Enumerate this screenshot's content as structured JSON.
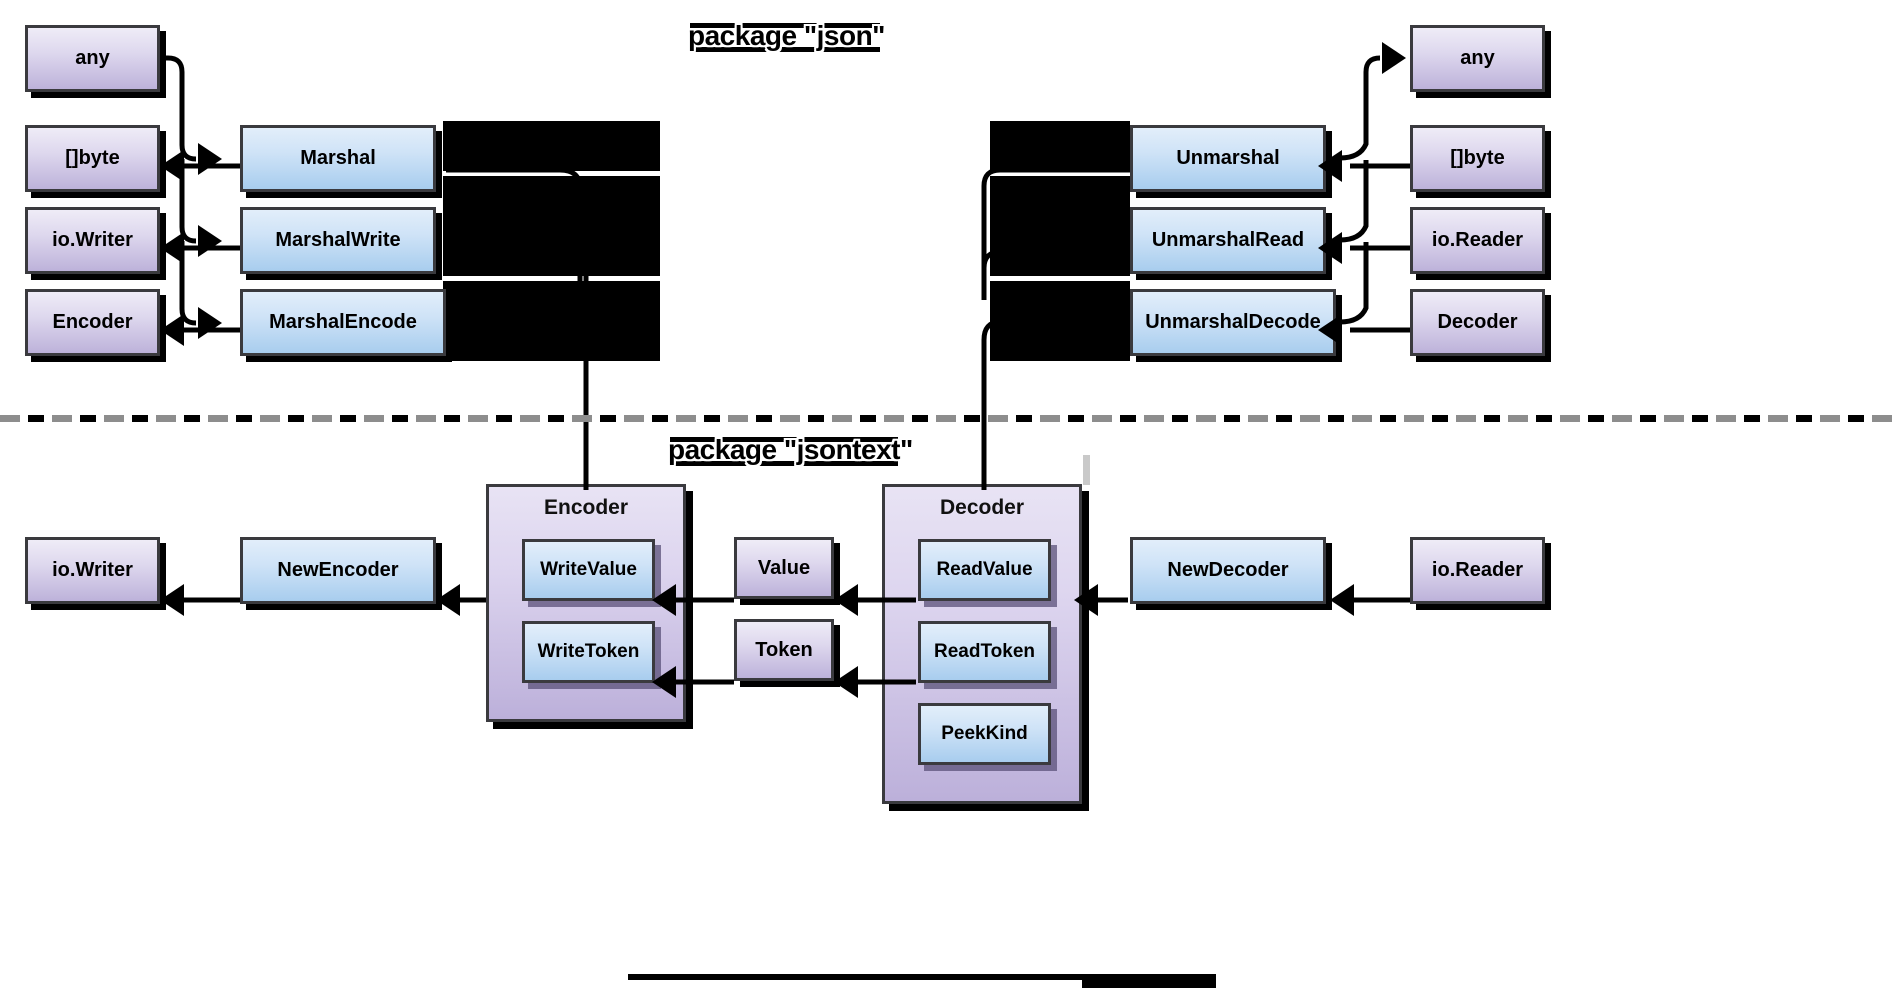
{
  "diagram": {
    "title_json": "package \"json\"",
    "title_jsontext": "package \"jsontext\"",
    "colors": {
      "type_box_fill_light": "#efecf7",
      "type_box_fill_dark": "#bdb2da",
      "func_box_fill_light": "#e2eefa",
      "func_box_fill_dark": "#a8cdee",
      "group_fill_light": "#e8e3f4",
      "group_fill_dark": "#bcb0da",
      "border": "#3a3a3e",
      "line": "#000000",
      "divider_gray": "#8d8d8d"
    }
  },
  "json_package": {
    "label": "package \"json\"",
    "left_types": [
      {
        "name": "any"
      },
      {
        "name": "[]byte"
      },
      {
        "name": "io.Writer"
      },
      {
        "name": "Encoder"
      }
    ],
    "marshal_functions": [
      {
        "name": "Marshal"
      },
      {
        "name": "MarshalWrite"
      },
      {
        "name": "MarshalEncode"
      }
    ],
    "unmarshal_functions": [
      {
        "name": "Unmarshal"
      },
      {
        "name": "UnmarshalRead"
      },
      {
        "name": "UnmarshalDecode"
      }
    ],
    "right_types": [
      {
        "name": "any"
      },
      {
        "name": "[]byte"
      },
      {
        "name": "io.Reader"
      },
      {
        "name": "Decoder"
      }
    ]
  },
  "jsontext_package": {
    "label": "package \"jsontext\"",
    "encoder_group": {
      "title": "Encoder",
      "methods": [
        {
          "name": "WriteValue"
        },
        {
          "name": "WriteToken"
        }
      ]
    },
    "decoder_group": {
      "title": "Decoder",
      "methods": [
        {
          "name": "ReadValue"
        },
        {
          "name": "ReadToken"
        },
        {
          "name": "PeekKind"
        }
      ]
    },
    "left_sink": {
      "name": "io.Writer"
    },
    "constructor_left": {
      "name": "NewEncoder"
    },
    "middle_types": [
      {
        "name": "Value"
      },
      {
        "name": "Token"
      }
    ],
    "constructor_right": {
      "name": "NewDecoder"
    },
    "right_source": {
      "name": "io.Reader"
    }
  }
}
